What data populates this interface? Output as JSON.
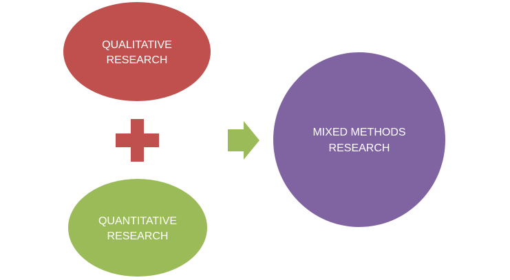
{
  "diagram": {
    "type": "concept-equation",
    "colors": {
      "qualitative": "#C0504D",
      "quantitative": "#9BBB59",
      "mixed": "#8064A2",
      "plus": "#C0504D",
      "arrow": "#9BBB59",
      "text": "#FFFFFF",
      "background": "#FFFFFF"
    },
    "qualitative": {
      "line1": "QUALITATIVE",
      "line2": "RESEARCH"
    },
    "plus_symbol": "plus-icon",
    "quantitative": {
      "line1": "QUANTITATIVE",
      "line2": "RESEARCH"
    },
    "arrow_symbol": "right-arrow-icon",
    "mixed": {
      "line1": "MIXED METHODS",
      "line2": "RESEARCH"
    }
  }
}
